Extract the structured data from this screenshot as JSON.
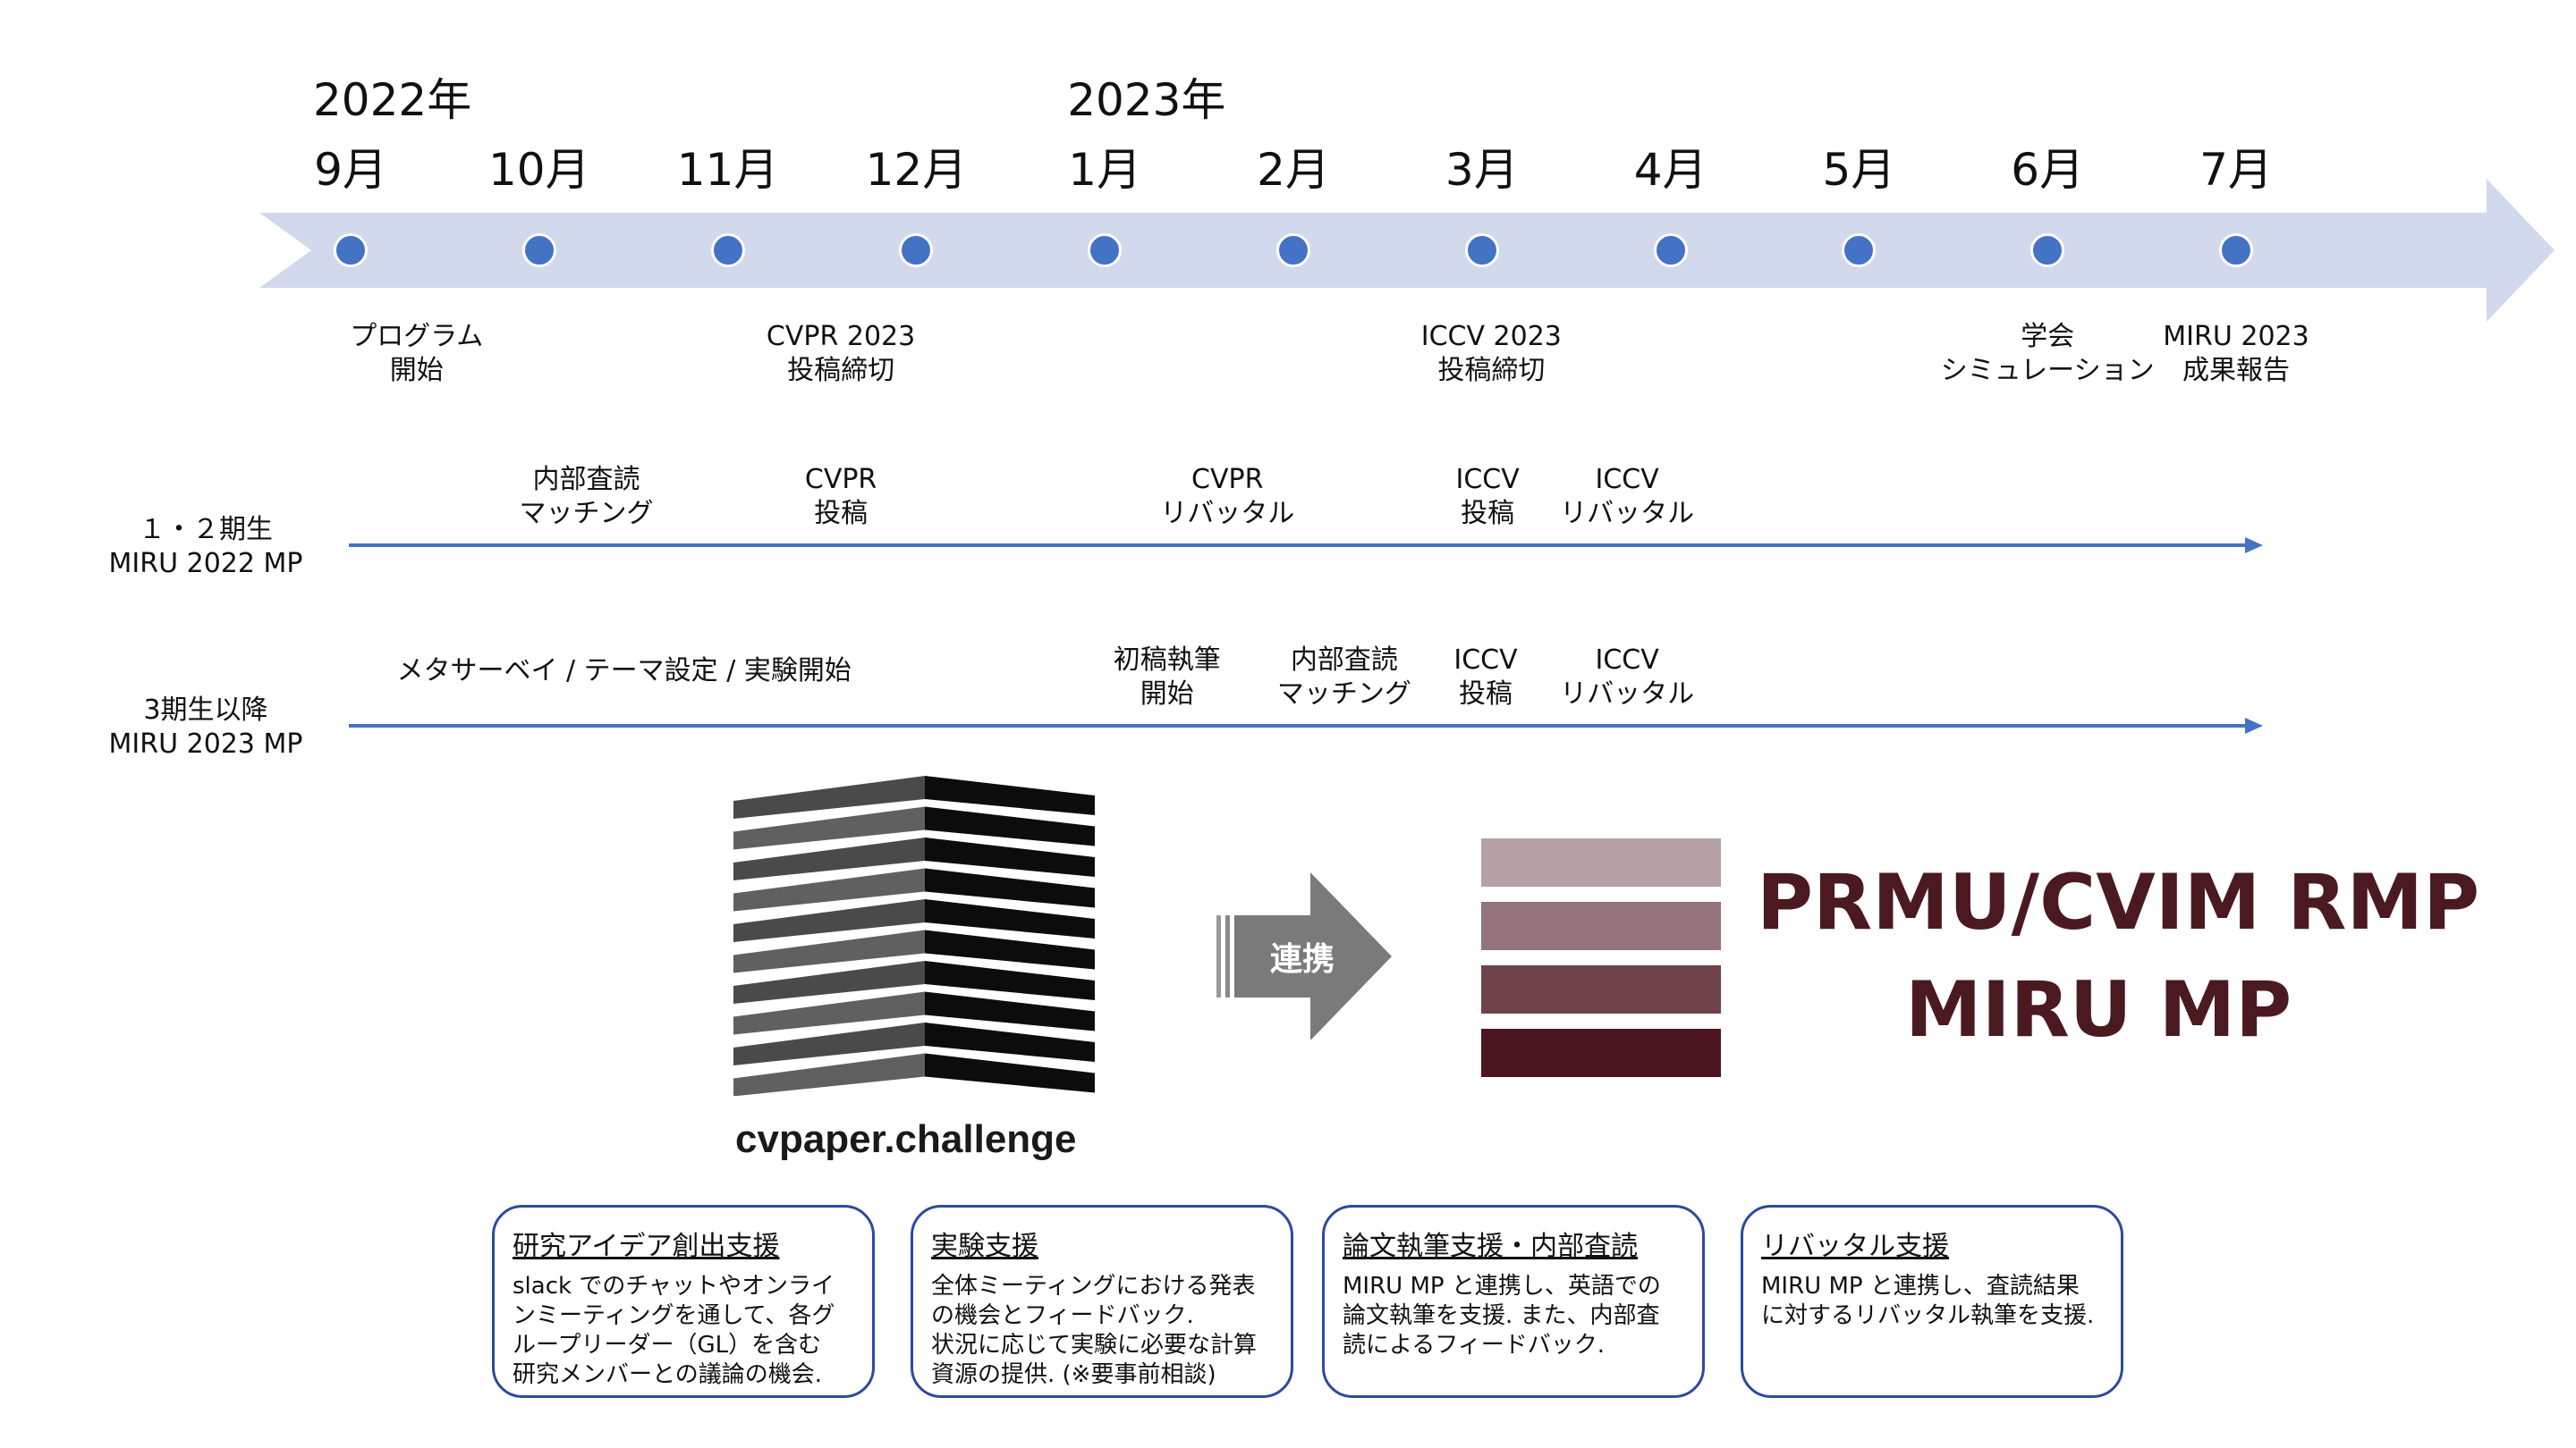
{
  "years": [
    {
      "label": "2022年",
      "month_index": 0
    },
    {
      "label": "2023年",
      "month_index": 4
    }
  ],
  "months": [
    "9月",
    "10月",
    "11月",
    "12月",
    "1月",
    "2月",
    "3月",
    "4月",
    "5月",
    "6月",
    "7月"
  ],
  "milestones": [
    {
      "month_index": 0.35,
      "lines": [
        "プログラム",
        "開始"
      ]
    },
    {
      "month_index": 2.6,
      "lines": [
        "CVPR 2023",
        "投稿締切"
      ]
    },
    {
      "month_index": 6.05,
      "lines": [
        "ICCV 2023",
        "投稿締切"
      ]
    },
    {
      "month_index": 9.0,
      "lines": [
        "学会",
        "シミュレーション"
      ]
    },
    {
      "month_index": 10.0,
      "lines": [
        "MIRU 2023",
        "成果報告"
      ]
    }
  ],
  "tracks": [
    {
      "label_lines": [
        "１・２期生",
        "MIRU 2022 MP"
      ],
      "events": [
        {
          "month_index": 1.25,
          "lines": [
            "内部査読",
            "マッチング"
          ]
        },
        {
          "month_index": 2.6,
          "lines": [
            "CVPR",
            "投稿"
          ]
        },
        {
          "month_index": 4.65,
          "lines": [
            "CVPR",
            "リバッタル"
          ]
        },
        {
          "month_index": 6.03,
          "lines": [
            "ICCV",
            "投稿"
          ]
        },
        {
          "month_index": 6.77,
          "lines": [
            "ICCV",
            "リバッタル"
          ]
        }
      ]
    },
    {
      "label_lines": [
        "3期生以降",
        "MIRU 2023 MP"
      ],
      "events": [
        {
          "month_index": 1.45,
          "lines": [
            "メタサーベイ / テーマ設定 / 実験開始"
          ]
        },
        {
          "month_index": 4.33,
          "lines": [
            "初稿執筆",
            "開始"
          ]
        },
        {
          "month_index": 5.27,
          "lines": [
            "内部査読",
            "マッチング"
          ]
        },
        {
          "month_index": 6.02,
          "lines": [
            "ICCV",
            "投稿"
          ]
        },
        {
          "month_index": 6.77,
          "lines": [
            "ICCV",
            "リバッタル"
          ]
        }
      ]
    }
  ],
  "cvpaper_name": "cvpaper.challenge",
  "link_label": "連携",
  "brand_line1": "PRMU/CVIM RMP",
  "brand_line2": "MIRU MP",
  "colors": {
    "timeline_band": "#d3d9ec",
    "dot": "#4472c4",
    "track_line": "#4472c4",
    "box_border": "#2e4a9e",
    "brand_text": "#4a1a20",
    "stack": [
      "#b4a1a3",
      "#95737a",
      "#6e4349",
      "#4b1520"
    ]
  },
  "support_boxes": [
    {
      "title": "研究アイデア創出支援",
      "text": "slack でのチャットやオンライ\nンミーティングを通して、各グ\nループリーダー（GL）を含む\n研究メンバーとの議論の機会."
    },
    {
      "title": "実験支援",
      "text": "全体ミーティングにおける発表\nの機会とフィードバック.\n状況に応じて実験に必要な計算\n資源の提供. (※要事前相談)"
    },
    {
      "title": "論文執筆支援・内部査読",
      "text": "MIRU MP と連携し、英語での\n論文執筆を支援. また、内部査\n読によるフィードバック."
    },
    {
      "title": "リバッタル支援",
      "text": "MIRU MP と連携し、査読結果\nに対するリバッタル執筆を支援."
    }
  ]
}
